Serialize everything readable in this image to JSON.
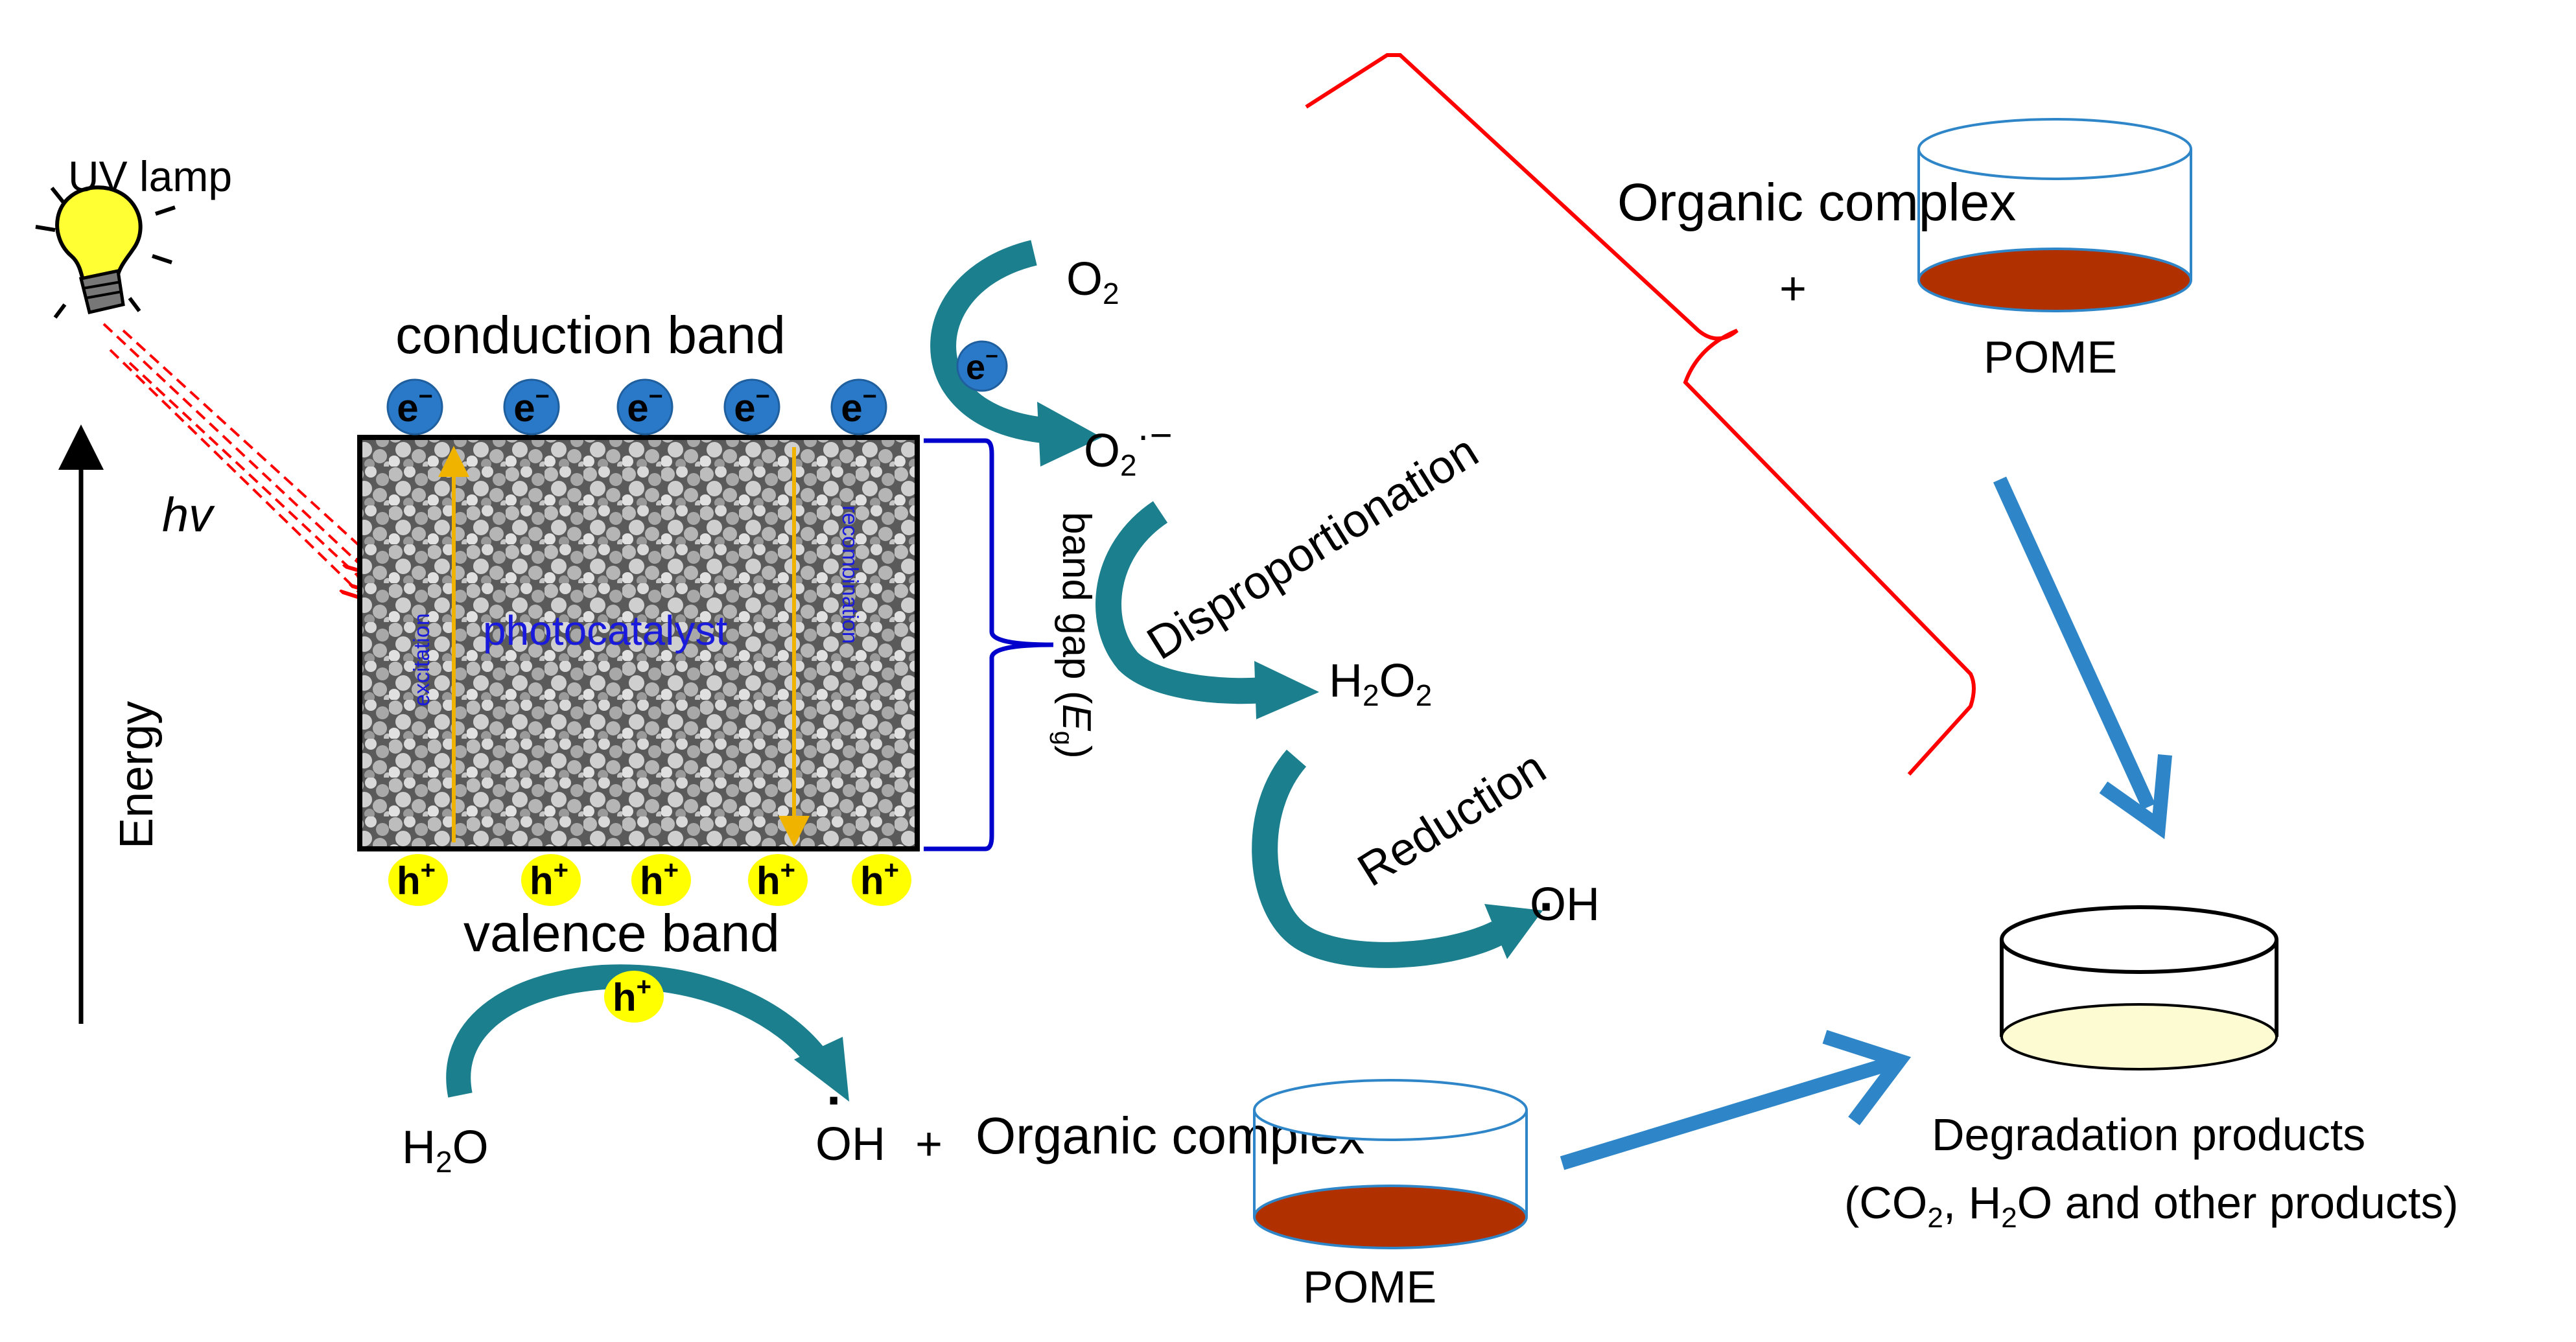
{
  "lamp": {
    "label": "UV lamp"
  },
  "hv_label": "hv",
  "energy_label": "Energy",
  "bands": {
    "conduction": "conduction band",
    "valence": "valence band",
    "photocatalyst": "photocatalyst",
    "excitation": "excitation",
    "recombination": "recombination",
    "band_gap": "band gap (",
    "band_gap_symbol": "E",
    "band_gap_sub": "g",
    "band_gap_close": ")"
  },
  "carriers": {
    "electron": "e",
    "electron_sup": "−",
    "hole": "h",
    "hole_sup": "+"
  },
  "species": {
    "o2": "O",
    "o2_sub": "2",
    "superoxide": "O",
    "superoxide_sub": "2",
    "superoxide_sup": "·−",
    "h2o2_a": "H",
    "h2o2_sub1": "2",
    "h2o2_b": "O",
    "h2o2_sub2": "2",
    "oh_dot": "·",
    "oh": "OH",
    "h2o_a": "H",
    "h2o_sub": "2",
    "h2o_b": "O",
    "plus": "+"
  },
  "steps": {
    "disproportionation": "Disproportionation",
    "reduction": "Reduction"
  },
  "organic_complex": "Organic complex",
  "pome": "POME",
  "products": {
    "line1": "Degradation products",
    "line2_a": "(CO",
    "line2_sub": "2",
    "line2_b": ", H",
    "line2_sub2": "2",
    "line2_c": "O and other products)"
  },
  "colors": {
    "teal": "#1b7f8e",
    "electron_blue": "#2a78c8",
    "hole_yellow": "#ffff00",
    "bracket_red": "#ff0000",
    "bracket_blue": "#0000cc",
    "flow_blue": "#2e86c8",
    "pome_liquid": "#b03000",
    "product_liquid": "#fdfbd2",
    "excitation_arrow": "#f0b400"
  }
}
